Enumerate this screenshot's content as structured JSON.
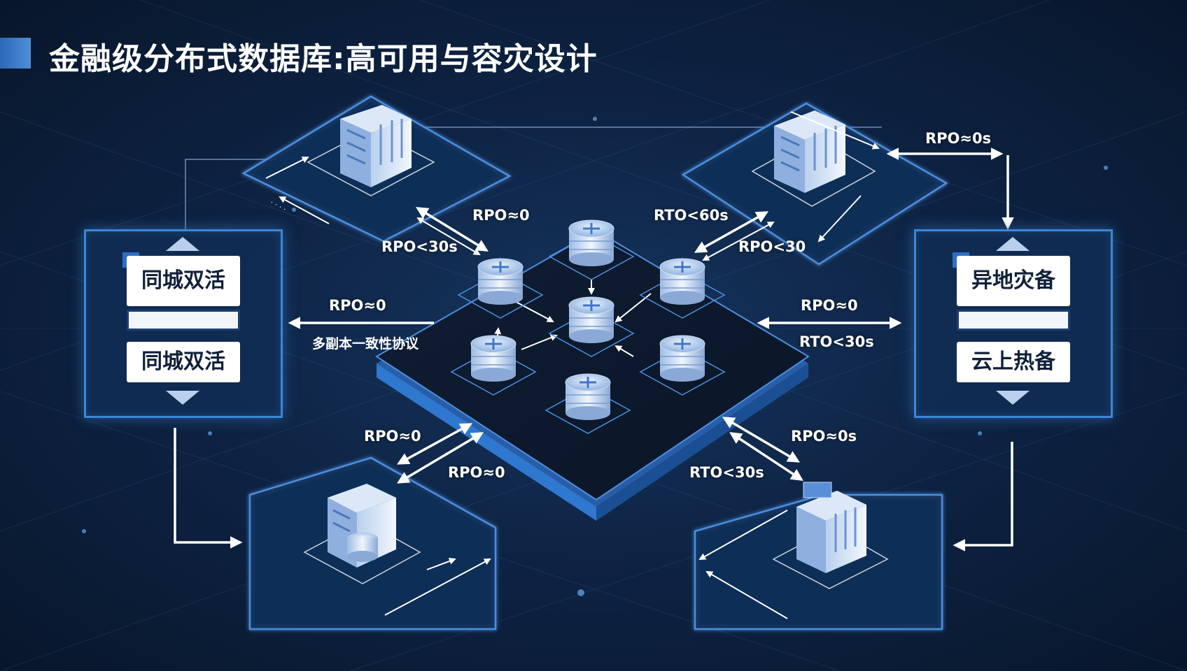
{
  "header": {
    "title": "金融级分布式数据库:高可用与容灾设计"
  },
  "panels": {
    "left": {
      "top_label": "同城双活",
      "bottom_label": "同城双活",
      "badge": "✕"
    },
    "right": {
      "top_label": "异地灾备",
      "bottom_label": "云上热备",
      "badge": "✕"
    }
  },
  "edge_labels": {
    "top_left_rpo": "RPO≈0",
    "top_left_rpo_s": "RPO<30s",
    "top_right_rto": "RTO<60s",
    "top_right_rpo": "RPO<30",
    "far_right_rpo": "RPO≈0s",
    "left_rpo": "RPO≈0",
    "left_protocol": "多副本一致性协议",
    "right_rpo": "RPO≈0",
    "right_rto": "RTO<30s",
    "bottom_left_rpo_a": "RPO≈0",
    "bottom_left_rpo_b": "RPO≈0",
    "bottom_right_rpo": "RPO≈0s",
    "bottom_right_rto": "RTO<30s"
  },
  "colors": {
    "background": "#0e2445",
    "accent": "#3c86d6",
    "panel_border": "#3c86d6",
    "label_text": "#ffffff"
  },
  "icons": [
    "database-node-icon",
    "datacenter-building-icon",
    "server-stack-icon",
    "chevron-up-icon",
    "chevron-down-icon",
    "arrow-icon"
  ]
}
